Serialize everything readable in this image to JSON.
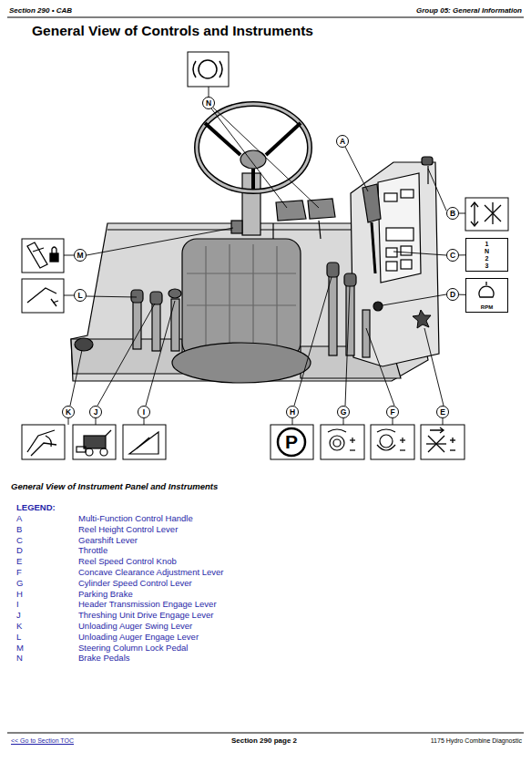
{
  "diagram": {
    "title": "General View of Controls and Instruments",
    "caption": "General View of Instrument Panel and Instruments",
    "nodes": [
      {
        "text": [
          "N"
        ]
      },
      {
        "text": [
          "A"
        ]
      },
      {
        "text": [
          "B"
        ]
      },
      {
        "text": [
          "M"
        ]
      },
      {
        "text": [
          "C"
        ]
      },
      {
        "text": [
          "1 N 2 3"
        ]
      },
      {
        "text": [
          "L"
        ]
      },
      {
        "text": [
          "D"
        ]
      },
      {
        "text": [
          "RPM"
        ]
      },
      {
        "text": [
          "K"
        ]
      },
      {
        "text": [
          "J"
        ]
      },
      {
        "text": [
          "I"
        ]
      },
      {
        "text": [
          "H"
        ]
      },
      {
        "text": [
          "G"
        ]
      },
      {
        "text": [
          "F"
        ]
      },
      {
        "text": [
          "E"
        ]
      }
    ],
    "edges": [
      {
        "from": 4,
        "to": 5,
        "arrow": "none"
      },
      {
        "from": 7,
        "to": 8,
        "arrow": "none"
      }
    ],
    "labels": [
      "Section 290 • CAB",
      "Group 05: General Information",
      "P",
      "LEGEND:",
      "A",
      "B",
      "C",
      "D",
      "E",
      "F",
      "G",
      "H",
      "I",
      "J",
      "K",
      "L",
      "M",
      "N",
      "<< Go to Section TOC",
      "Section 290 page 2",
      "1175 Hydro Combine Diagnostic"
    ],
    "legend": [
      {
        "text": "Multi-Function Control Handle"
      },
      {
        "text": "Reel Height Control Lever"
      },
      {
        "text": "Gearshift Lever"
      },
      {
        "text": "Throttle"
      },
      {
        "text": "Reel Speed Control Knob"
      },
      {
        "text": "Concave Clearance Adjustment Lever"
      },
      {
        "text": "Cylinder Speed Control Lever"
      },
      {
        "text": "Parking Brake"
      },
      {
        "text": "Header Transmission Engage Lever"
      },
      {
        "text": "Threshing Unit Drive Engage Lever"
      },
      {
        "text": "Unloading Auger Swing Lever"
      },
      {
        "text": "Unloading Auger Engage Lever"
      },
      {
        "text": "Steering Column Lock Pedal"
      },
      {
        "text": "Brake Pedals"
      }
    ]
  }
}
